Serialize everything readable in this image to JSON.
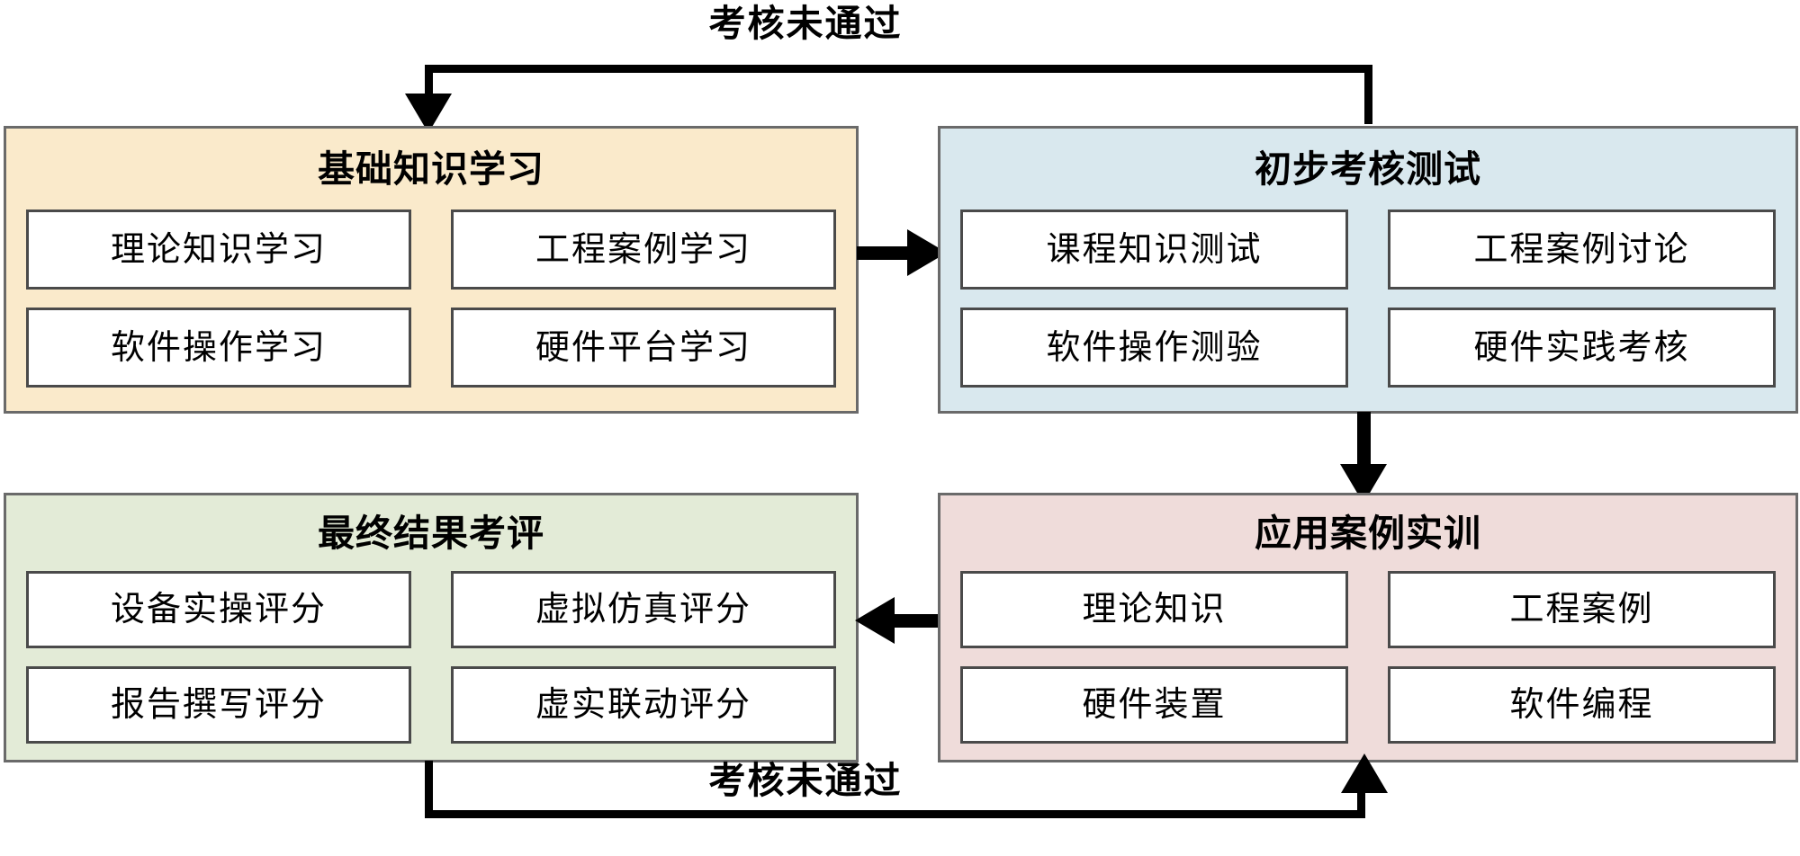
{
  "diagram": {
    "title_top_label": "考核未通过",
    "title_bottom_label": "考核未通过",
    "colors": {
      "yellow_fill": "#faeacb",
      "blue_fill": "#d9e8ee",
      "green_fill": "#e3ebd7",
      "pink_fill": "#efdcda",
      "box_border": "#6a6a6a",
      "item_border": "#4a4a4a",
      "arrow": "#000000",
      "background": "#ffffff"
    },
    "groups": [
      {
        "id": "basic-knowledge-learning",
        "title": "基础知识学习",
        "fill": "#faeacb",
        "items": [
          "理论知识学习",
          "工程案例学习",
          "软件操作学习",
          "硬件平台学习"
        ]
      },
      {
        "id": "preliminary-assessment-test",
        "title": "初步考核测试",
        "fill": "#d9e8ee",
        "items": [
          "课程知识测试",
          "工程案例讨论",
          "软件操作测验",
          "硬件实践考核"
        ]
      },
      {
        "id": "final-result-evaluation",
        "title": "最终结果考评",
        "fill": "#e3ebd7",
        "items": [
          "设备实操评分",
          "虚拟仿真评分",
          "报告撰写评分",
          "虚实联动评分"
        ]
      },
      {
        "id": "application-case-training",
        "title": "应用案例实训",
        "fill": "#efdcda",
        "items": [
          "理论知识",
          "工程案例",
          "硬件装置",
          "软件编程"
        ]
      }
    ],
    "edges": [
      {
        "id": "feedback-top",
        "label": "考核未通过",
        "from": "preliminary-assessment-test",
        "to": "basic-knowledge-learning"
      },
      {
        "id": "learn-to-test",
        "label": "",
        "from": "basic-knowledge-learning",
        "to": "preliminary-assessment-test"
      },
      {
        "id": "test-to-training",
        "label": "",
        "from": "preliminary-assessment-test",
        "to": "application-case-training"
      },
      {
        "id": "training-to-evaluation",
        "label": "",
        "from": "application-case-training",
        "to": "final-result-evaluation"
      },
      {
        "id": "feedback-bottom",
        "label": "考核未通过",
        "from": "final-result-evaluation",
        "to": "application-case-training"
      }
    ]
  }
}
